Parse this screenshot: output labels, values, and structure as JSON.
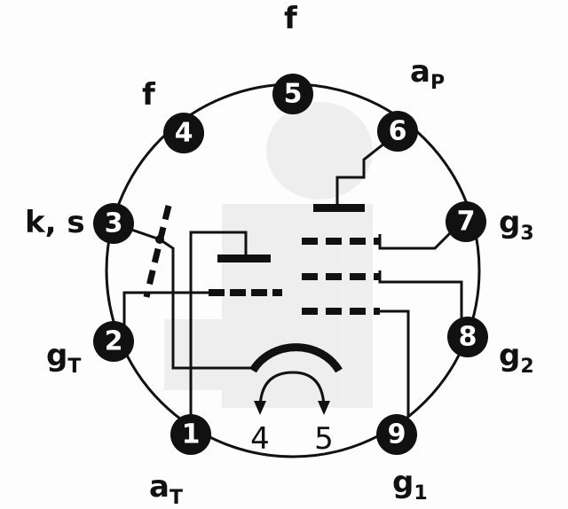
{
  "diagram": {
    "pins": [
      {
        "num": "1",
        "label": "a",
        "sub": "T"
      },
      {
        "num": "2",
        "label": "g",
        "sub": "T"
      },
      {
        "num": "3",
        "label": "k, s",
        "sub": ""
      },
      {
        "num": "4",
        "label": "f",
        "sub": ""
      },
      {
        "num": "5",
        "label": "f",
        "sub": ""
      },
      {
        "num": "6",
        "label": "a",
        "sub": "P"
      },
      {
        "num": "7",
        "label": "g",
        "sub": "3"
      },
      {
        "num": "8",
        "label": "g",
        "sub": "2"
      },
      {
        "num": "9",
        "label": "g",
        "sub": "1"
      }
    ],
    "heater": {
      "left": "4",
      "right": "5"
    }
  }
}
